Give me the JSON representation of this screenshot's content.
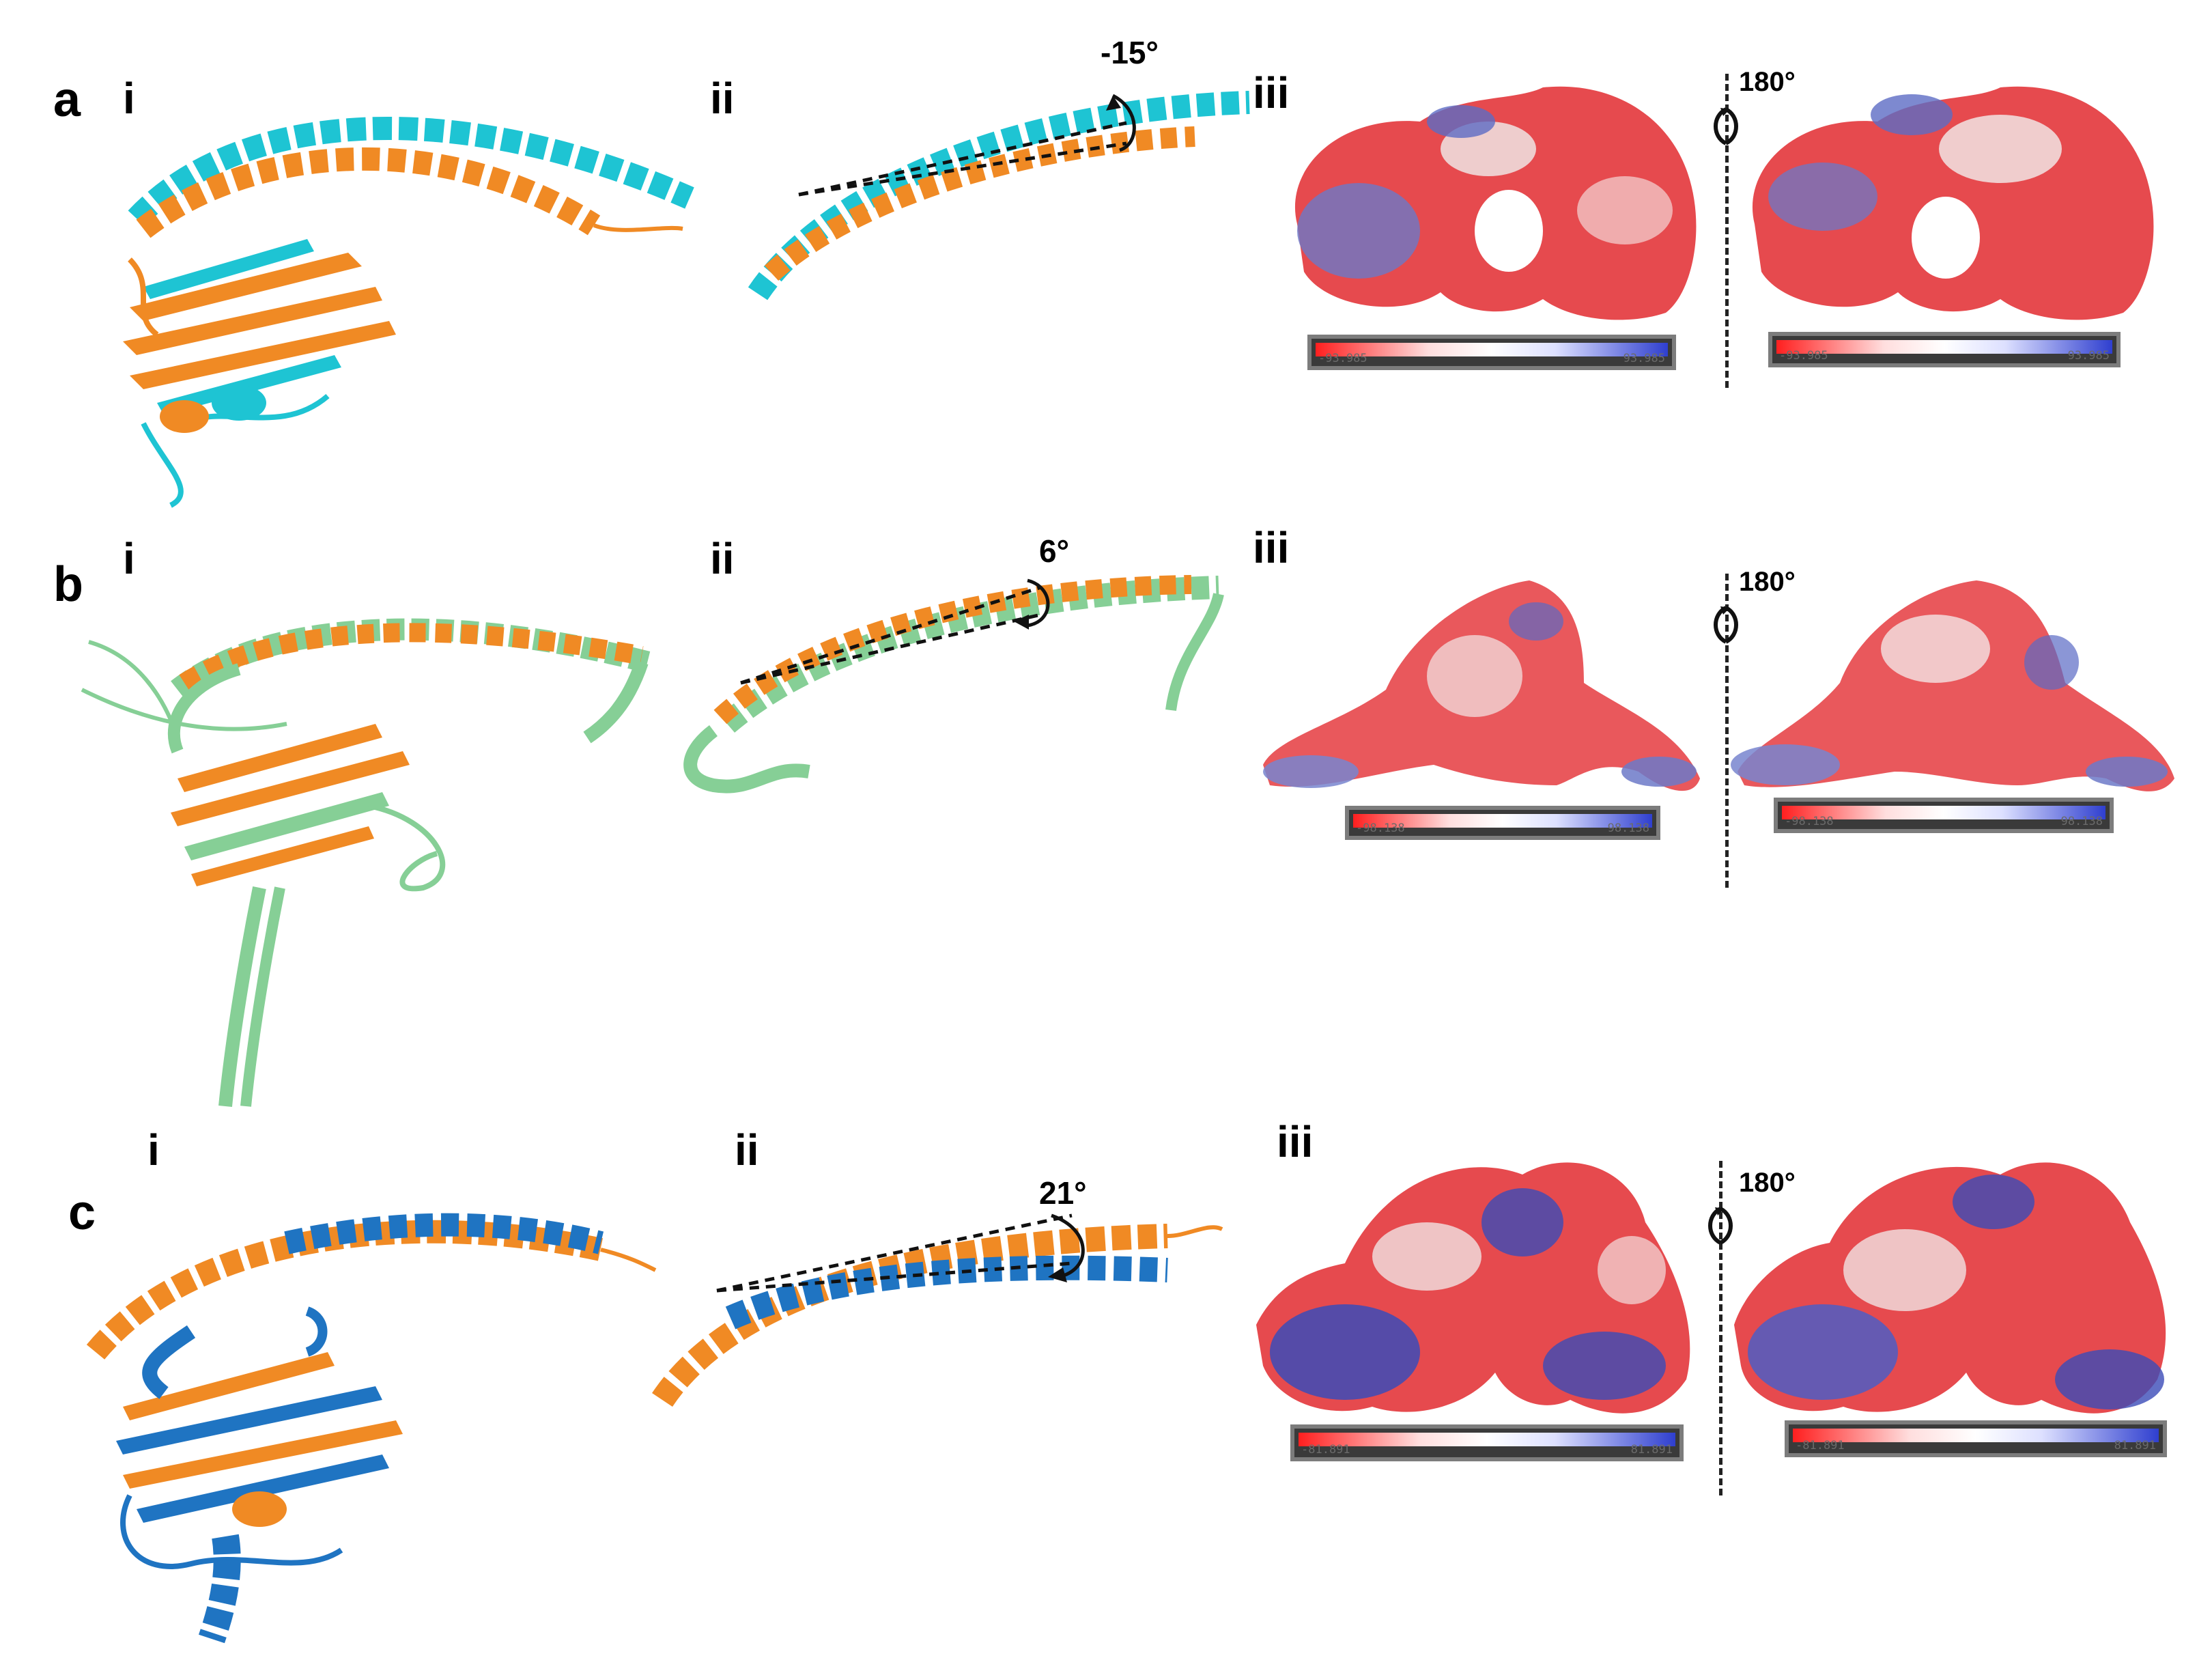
{
  "rows": [
    {
      "letter": "a",
      "panels": [
        "i",
        "ii",
        "iii"
      ],
      "angle": "-15°",
      "rotation": "180°",
      "scale_left": {
        "min": "-93.985",
        "max": "93.985"
      },
      "scale_right": {
        "min": "-93.985",
        "max": "93.985"
      },
      "colors": {
        "ref": "#f08a24",
        "model": "#1ec4d3"
      }
    },
    {
      "letter": "b",
      "panels": [
        "i",
        "ii",
        "iii"
      ],
      "angle": "6°",
      "rotation": "180°",
      "scale_left": {
        "min": "-98.138",
        "max": "98.138"
      },
      "scale_right": {
        "min": "-98.138",
        "max": "98.138"
      },
      "colors": {
        "ref": "#f08a24",
        "model": "#86cf96"
      }
    },
    {
      "letter": "c",
      "panels": [
        "i",
        "ii",
        "iii"
      ],
      "angle": "21°",
      "rotation": "180°",
      "scale_left": {
        "min": "-81.891",
        "max": "81.891"
      },
      "scale_right": {
        "min": "-81.891",
        "max": "81.891"
      },
      "colors": {
        "ref": "#f08a24",
        "model": "#1f74c2"
      }
    }
  ],
  "surface_colors": {
    "negative": "#e3252b",
    "neutral": "#f2efef",
    "positive": "#3b4bb8"
  }
}
